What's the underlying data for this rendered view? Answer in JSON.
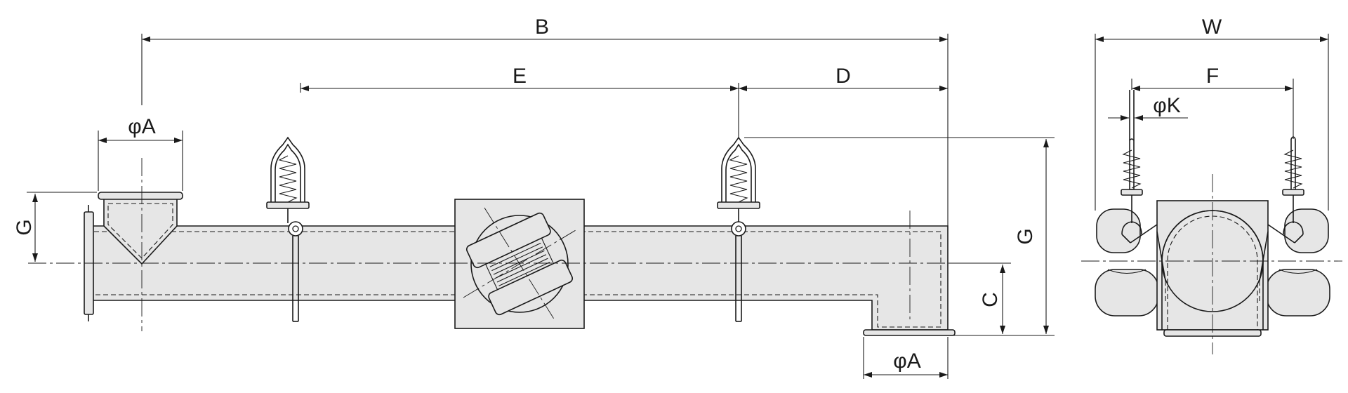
{
  "dimensions": {
    "overall_length": "B",
    "vibrator_pitch": "E",
    "outlet_to_vibrator": "D",
    "inlet_diameter": "φA",
    "outlet_diameter": "φA",
    "inlet_height": "G",
    "total_height": "G",
    "outlet_height": "C",
    "overall_width": "W",
    "rod_spacing": "F",
    "rod_diameter": "φK"
  },
  "colors": {
    "line": "#1a1a1a",
    "body": "#e6e6e6",
    "background": "#ffffff"
  }
}
